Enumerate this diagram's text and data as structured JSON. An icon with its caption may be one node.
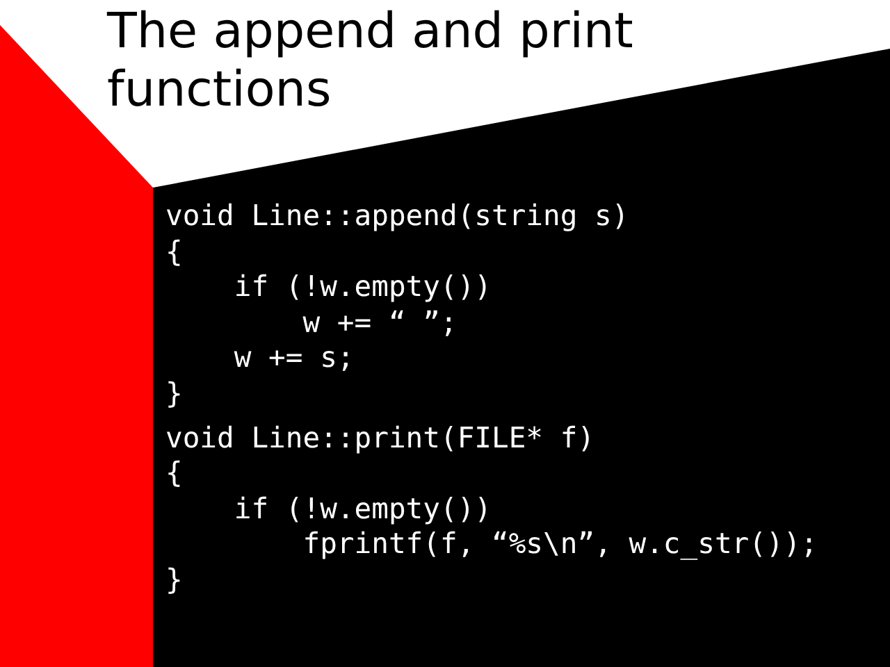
{
  "diagram": {
    "title": "The append and print functions",
    "labels": [
      "void Line::append(string s)",
      "{",
      "    if (!w.empty())",
      "        w += “ ”;",
      "    w += s;",
      "}",
      "void Line::print(FILE* f)",
      "{",
      "    if (!w.empty())",
      "        fprintf(f, “%s\\n”, w.c_str());",
      "}"
    ]
  }
}
